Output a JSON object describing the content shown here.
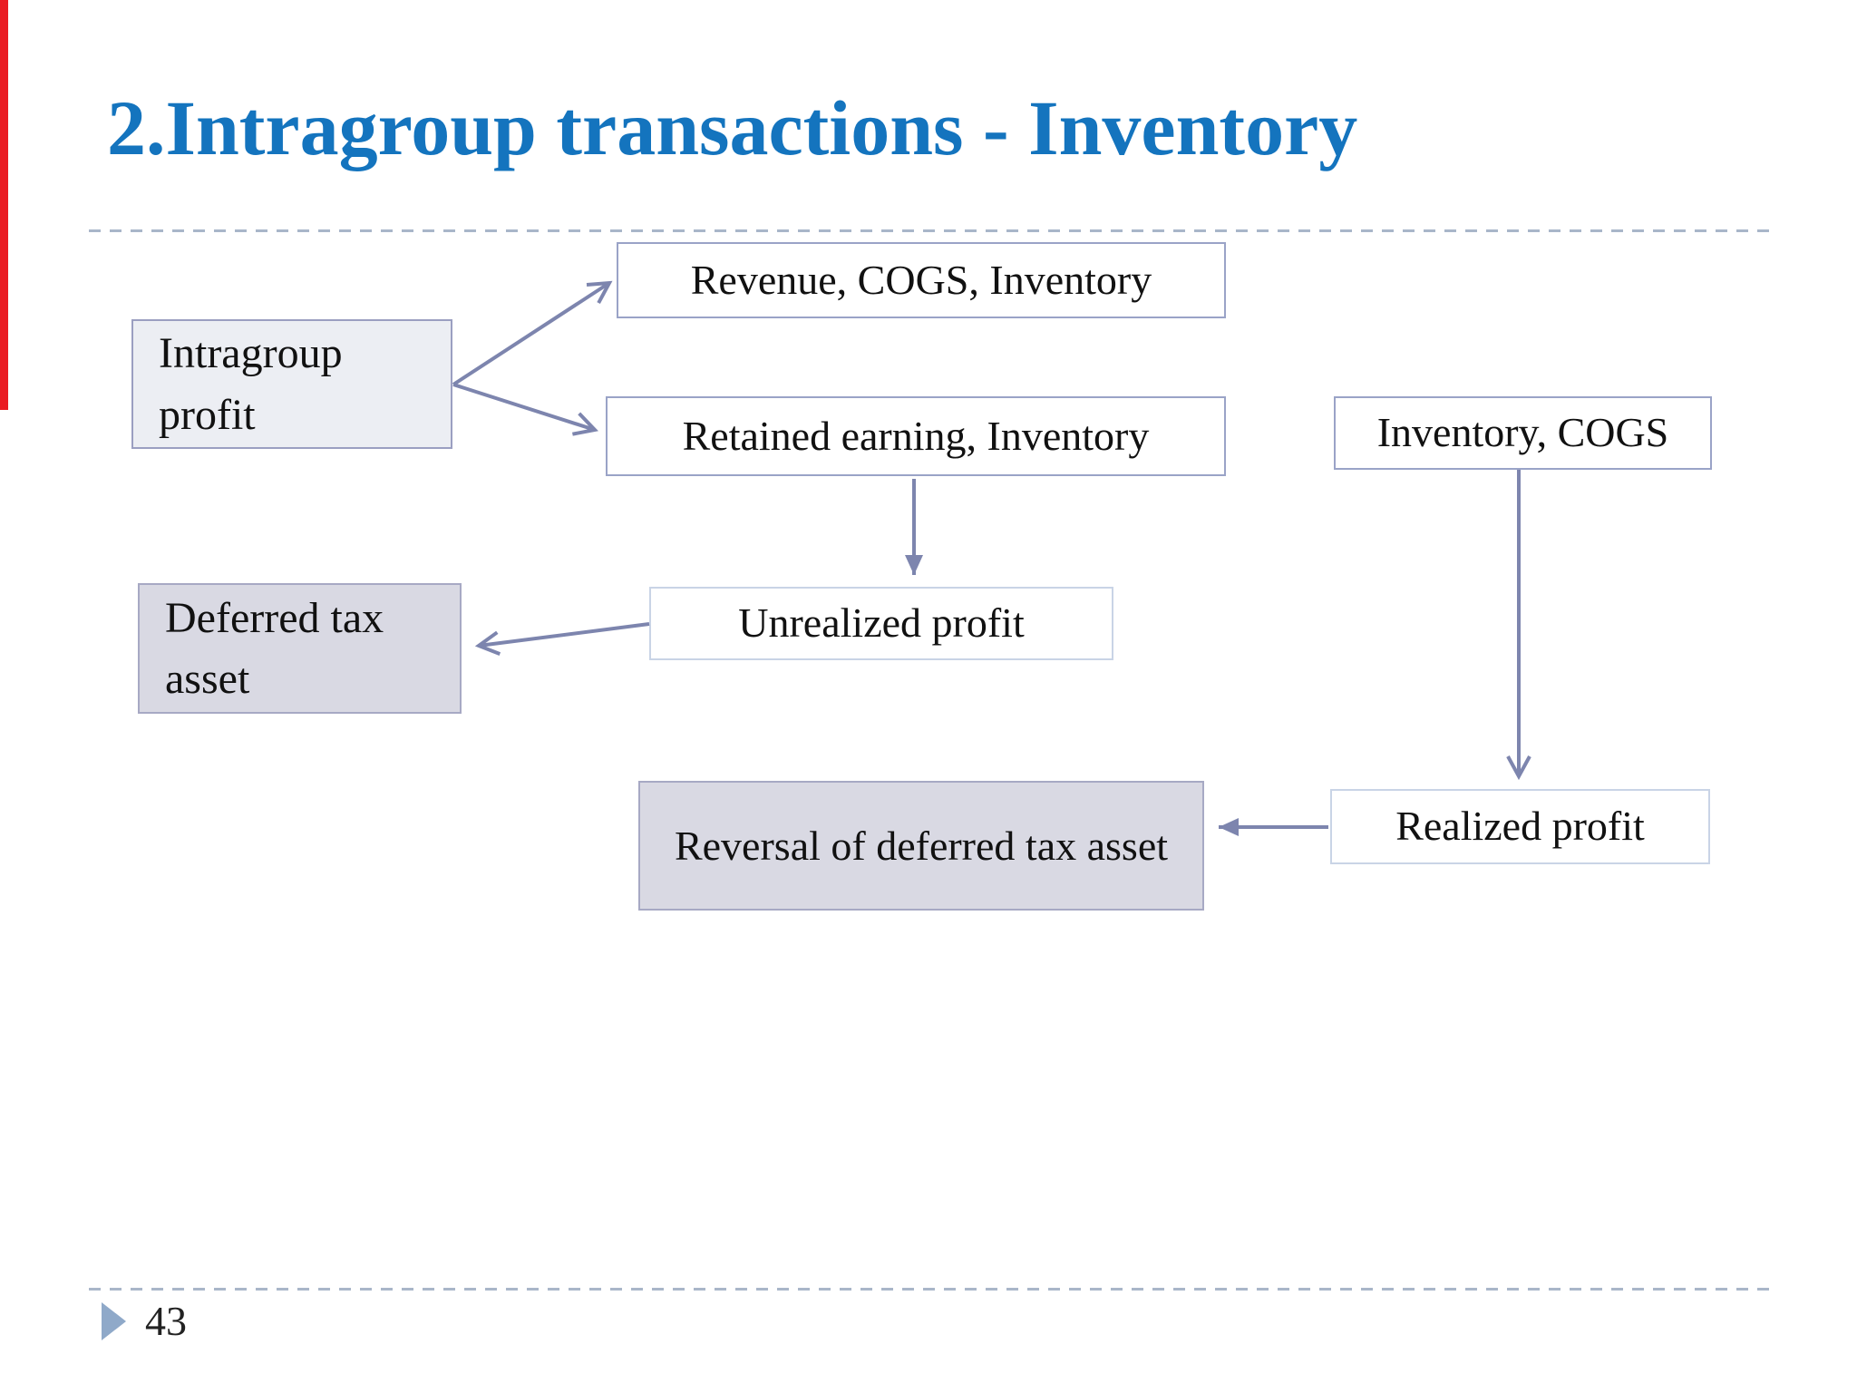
{
  "slide": {
    "title": "2.Intragroup transactions - Inventory",
    "page_number": "43"
  },
  "colors": {
    "title_blue": "#1474BE",
    "arrow": "#7D85AE",
    "box_border": "#9AA3C7",
    "box_border_light": "#C9D4E6",
    "box_fill_light_blue_gray": "#ECEEF3",
    "box_fill_gray_lavender": "#D9D9E3",
    "dashed_rule": "#A9B6C9",
    "footer_marker": "#8FA9C9",
    "red_bar": "#EA1B22"
  },
  "diagram": {
    "nodes": [
      {
        "id": "intragroup_profit",
        "label": "Intragroup profit"
      },
      {
        "id": "revenue_cogs_inventory",
        "label": "Revenue, COGS, Inventory"
      },
      {
        "id": "retained_earning_inventory",
        "label": "Retained earning, Inventory"
      },
      {
        "id": "inventory_cogs",
        "label": "Inventory, COGS"
      },
      {
        "id": "unrealized_profit",
        "label": "Unrealized profit"
      },
      {
        "id": "deferred_tax_asset",
        "label": "Deferred tax asset"
      },
      {
        "id": "reversal_of_deferred_tax_asset",
        "label": "Reversal of deferred tax asset"
      },
      {
        "id": "realized_profit",
        "label": "Realized profit"
      }
    ],
    "edges": [
      {
        "from": "intragroup_profit",
        "to": "revenue_cogs_inventory"
      },
      {
        "from": "intragroup_profit",
        "to": "retained_earning_inventory"
      },
      {
        "from": "retained_earning_inventory",
        "to": "unrealized_profit"
      },
      {
        "from": "unrealized_profit",
        "to": "deferred_tax_asset"
      },
      {
        "from": "inventory_cogs",
        "to": "realized_profit"
      },
      {
        "from": "realized_profit",
        "to": "reversal_of_deferred_tax_asset"
      }
    ]
  }
}
